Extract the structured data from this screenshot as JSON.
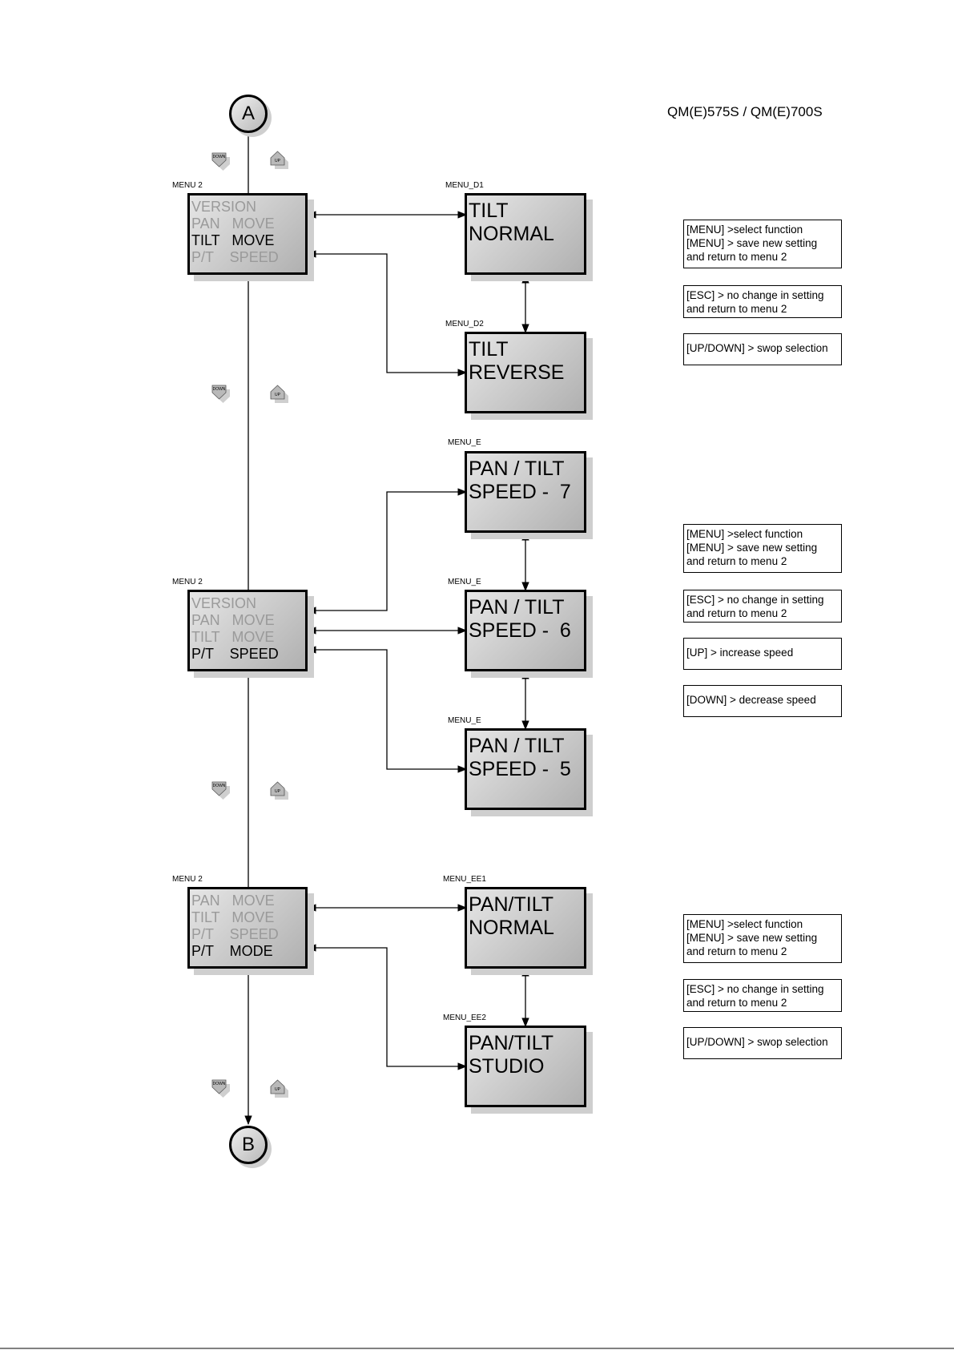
{
  "page": {
    "title": "QM(E)575S / QM(E)700S"
  },
  "connectors": {
    "start": "A",
    "end": "B"
  },
  "keys": {
    "down": "DOWN",
    "up": "UP"
  },
  "section1": {
    "menu": {
      "tag": "MENU 2",
      "lines": [
        "VERSION",
        "PAN   MOVE",
        "TILT   MOVE",
        "P/T    SPEED"
      ],
      "active": 2
    },
    "options": [
      {
        "tag": "MENU_D1",
        "lines": [
          "TILT",
          "NORMAL"
        ]
      },
      {
        "tag": "MENU_D2",
        "lines": [
          "TILT",
          "REVERSE"
        ]
      }
    ],
    "notes": [
      {
        "lines": [
          "[MENU] >select function",
          "[MENU] > save new setting",
          "and return to menu 2"
        ]
      },
      {
        "lines": [
          "[ESC] > no change in setting",
          "and return to menu 2"
        ]
      },
      {
        "lines": [
          "[UP/DOWN] > swop selection"
        ]
      }
    ]
  },
  "section2": {
    "menu": {
      "tag": "MENU 2",
      "lines": [
        "VERSION",
        "PAN   MOVE",
        "TILT   MOVE",
        "P/T    SPEED"
      ],
      "active": 3
    },
    "options": [
      {
        "tag": "MENU_E",
        "lines": [
          "PAN / TILT",
          "SPEED -  7"
        ]
      },
      {
        "tag": "MENU_E",
        "lines": [
          "PAN / TILT",
          "SPEED -  6"
        ]
      },
      {
        "tag": "MENU_E",
        "lines": [
          "PAN / TILT",
          "SPEED -  5"
        ]
      }
    ],
    "notes": [
      {
        "lines": [
          "[MENU] >select function",
          "[MENU] > save new setting",
          "and return to menu 2"
        ]
      },
      {
        "lines": [
          "[ESC] > no change in setting",
          "and return to menu 2"
        ]
      },
      {
        "lines": [
          "[UP] > increase speed"
        ]
      },
      {
        "lines": [
          "[DOWN] > decrease speed"
        ]
      }
    ]
  },
  "section3": {
    "menu": {
      "tag": "MENU 2",
      "lines": [
        "PAN   MOVE",
        "TILT   MOVE",
        "P/T    SPEED",
        "P/T    MODE"
      ],
      "active": 3
    },
    "options": [
      {
        "tag": "MENU_EE1",
        "lines": [
          "PAN/TILT",
          "NORMAL"
        ]
      },
      {
        "tag": "MENU_EE2",
        "lines": [
          "PAN/TILT",
          "STUDIO"
        ]
      }
    ],
    "notes": [
      {
        "lines": [
          "[MENU] >select function",
          "[MENU] > save new setting",
          "and return to menu 2"
        ]
      },
      {
        "lines": [
          "[ESC] > no change in setting",
          "and return to menu 2"
        ]
      },
      {
        "lines": [
          "[UP/DOWN] > swop selection"
        ]
      }
    ]
  }
}
